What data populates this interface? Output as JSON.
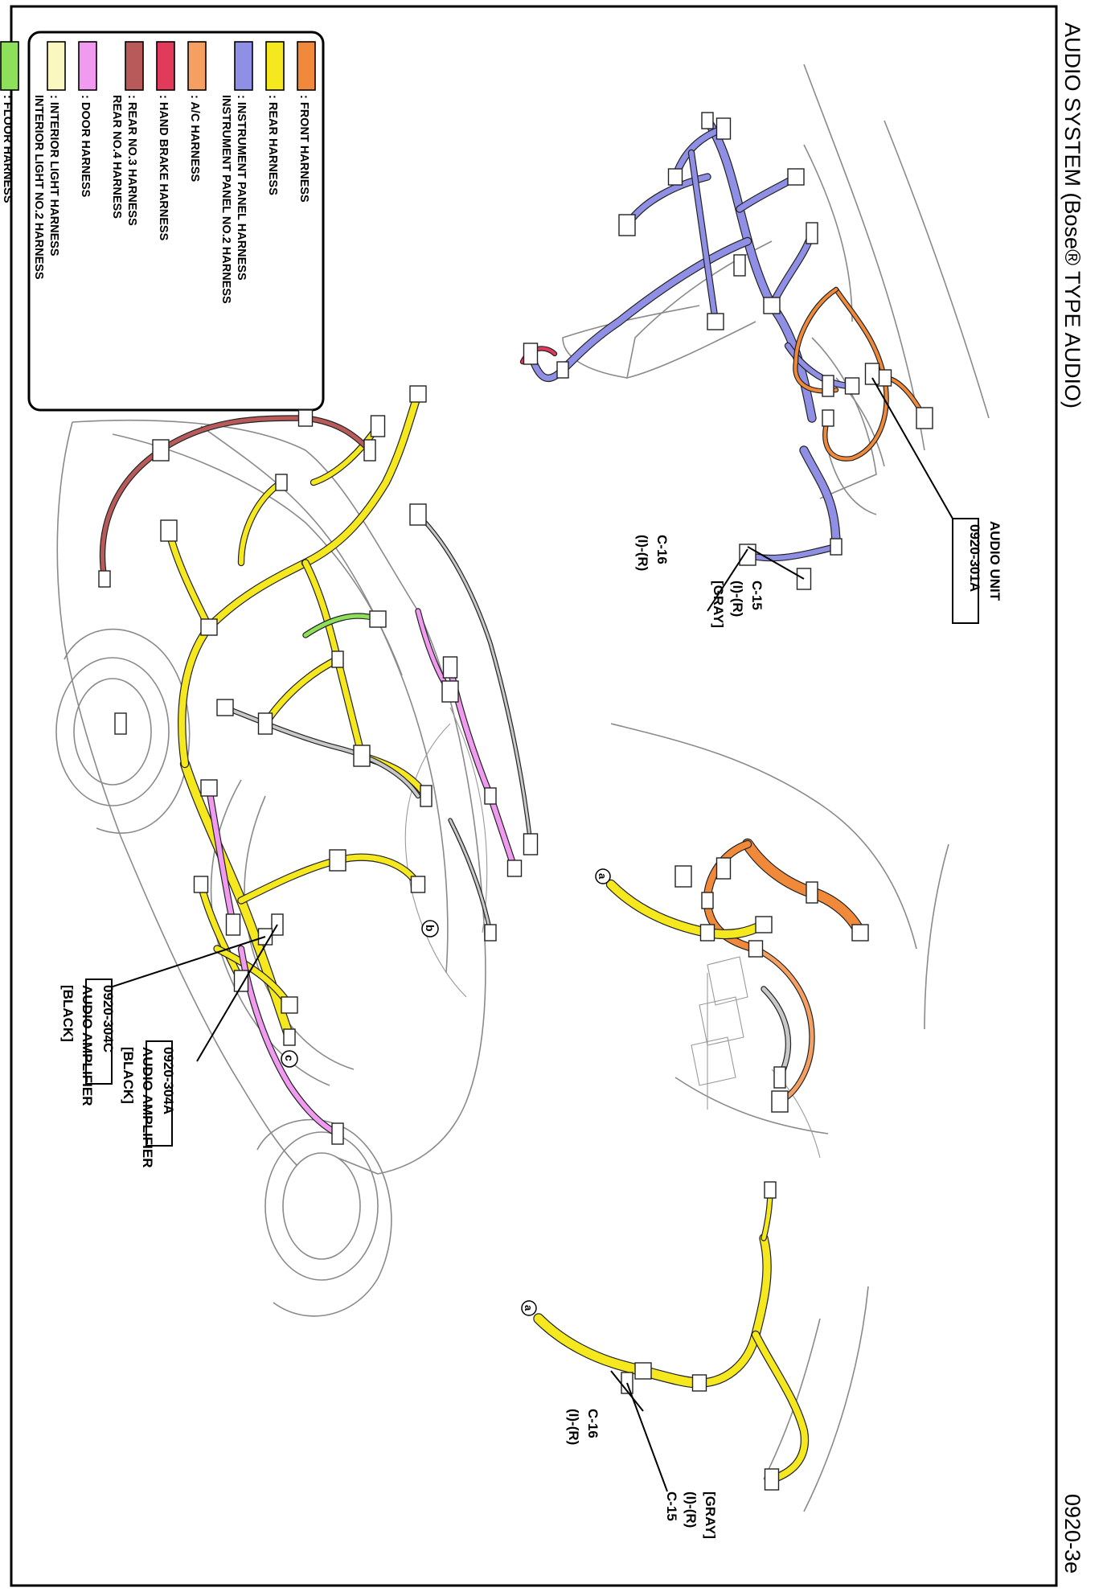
{
  "page": {
    "title": "AUDIO SYSTEM (Bose® TYPE AUDIO)",
    "page_code": "0920-3e"
  },
  "legend": {
    "items": [
      {
        "color": "#f08a3a",
        "lines": [
          ": FRONT HARNESS"
        ]
      },
      {
        "color": "#f5e81e",
        "lines": [
          ": REAR HARNESS"
        ]
      },
      {
        "color": "#8f8fe6",
        "lines": [
          ": INSTRUMENT PANEL HARNESS",
          "INSTRUMENT PANEL NO.2 HARNESS"
        ]
      },
      {
        "color": "#f5a060",
        "lines": [
          ": A/C HARNESS"
        ]
      },
      {
        "color": "#e23a5a",
        "lines": [
          ": HAND BRAKE HARNESS"
        ]
      },
      {
        "color": "#b85a5a",
        "lines": [
          ": REAR NO.3 HARNESS",
          "REAR NO.4 HARNESS"
        ]
      },
      {
        "color": "#f09af0",
        "lines": [
          ": DOOR HARNESS"
        ]
      },
      {
        "color": "#fbf7c0",
        "lines": [
          ": INTERIOR LIGHT HARNESS",
          "INTERIOR LIGHT NO.2 HARNESS"
        ]
      },
      {
        "color": "#8ee05a",
        "lines": [
          ": FLOOR HARNESS"
        ]
      }
    ]
  },
  "callouts": {
    "audio_unit": {
      "name": "AUDIO UNIT",
      "code": "0920-301A"
    },
    "c15_top": {
      "label": "C-15",
      "pins": "(I)-(R)",
      "color": "[GRAY]"
    },
    "c16_top": {
      "label": "C-16",
      "pins": "(I)-(R)"
    },
    "amp_a": {
      "code": "0920-304A",
      "name": "AUDIO AMPLIFIER",
      "color": "[BLACK]"
    },
    "amp_c": {
      "code": "0920-304C",
      "name": "AUDIO AMPLIFIER",
      "color": "[BLACK]"
    },
    "c16_bottom": {
      "label": "C-16",
      "pins": "(I)-(R)"
    },
    "c15_bottom": {
      "color": "[GRAY]",
      "pins": "(I)-(R)",
      "label": "C-15"
    }
  },
  "markers": {
    "a1": "a",
    "a2": "a",
    "b": "b",
    "c": "c"
  },
  "colors": {
    "border": "#000000",
    "outline": "#8a8a8a"
  }
}
